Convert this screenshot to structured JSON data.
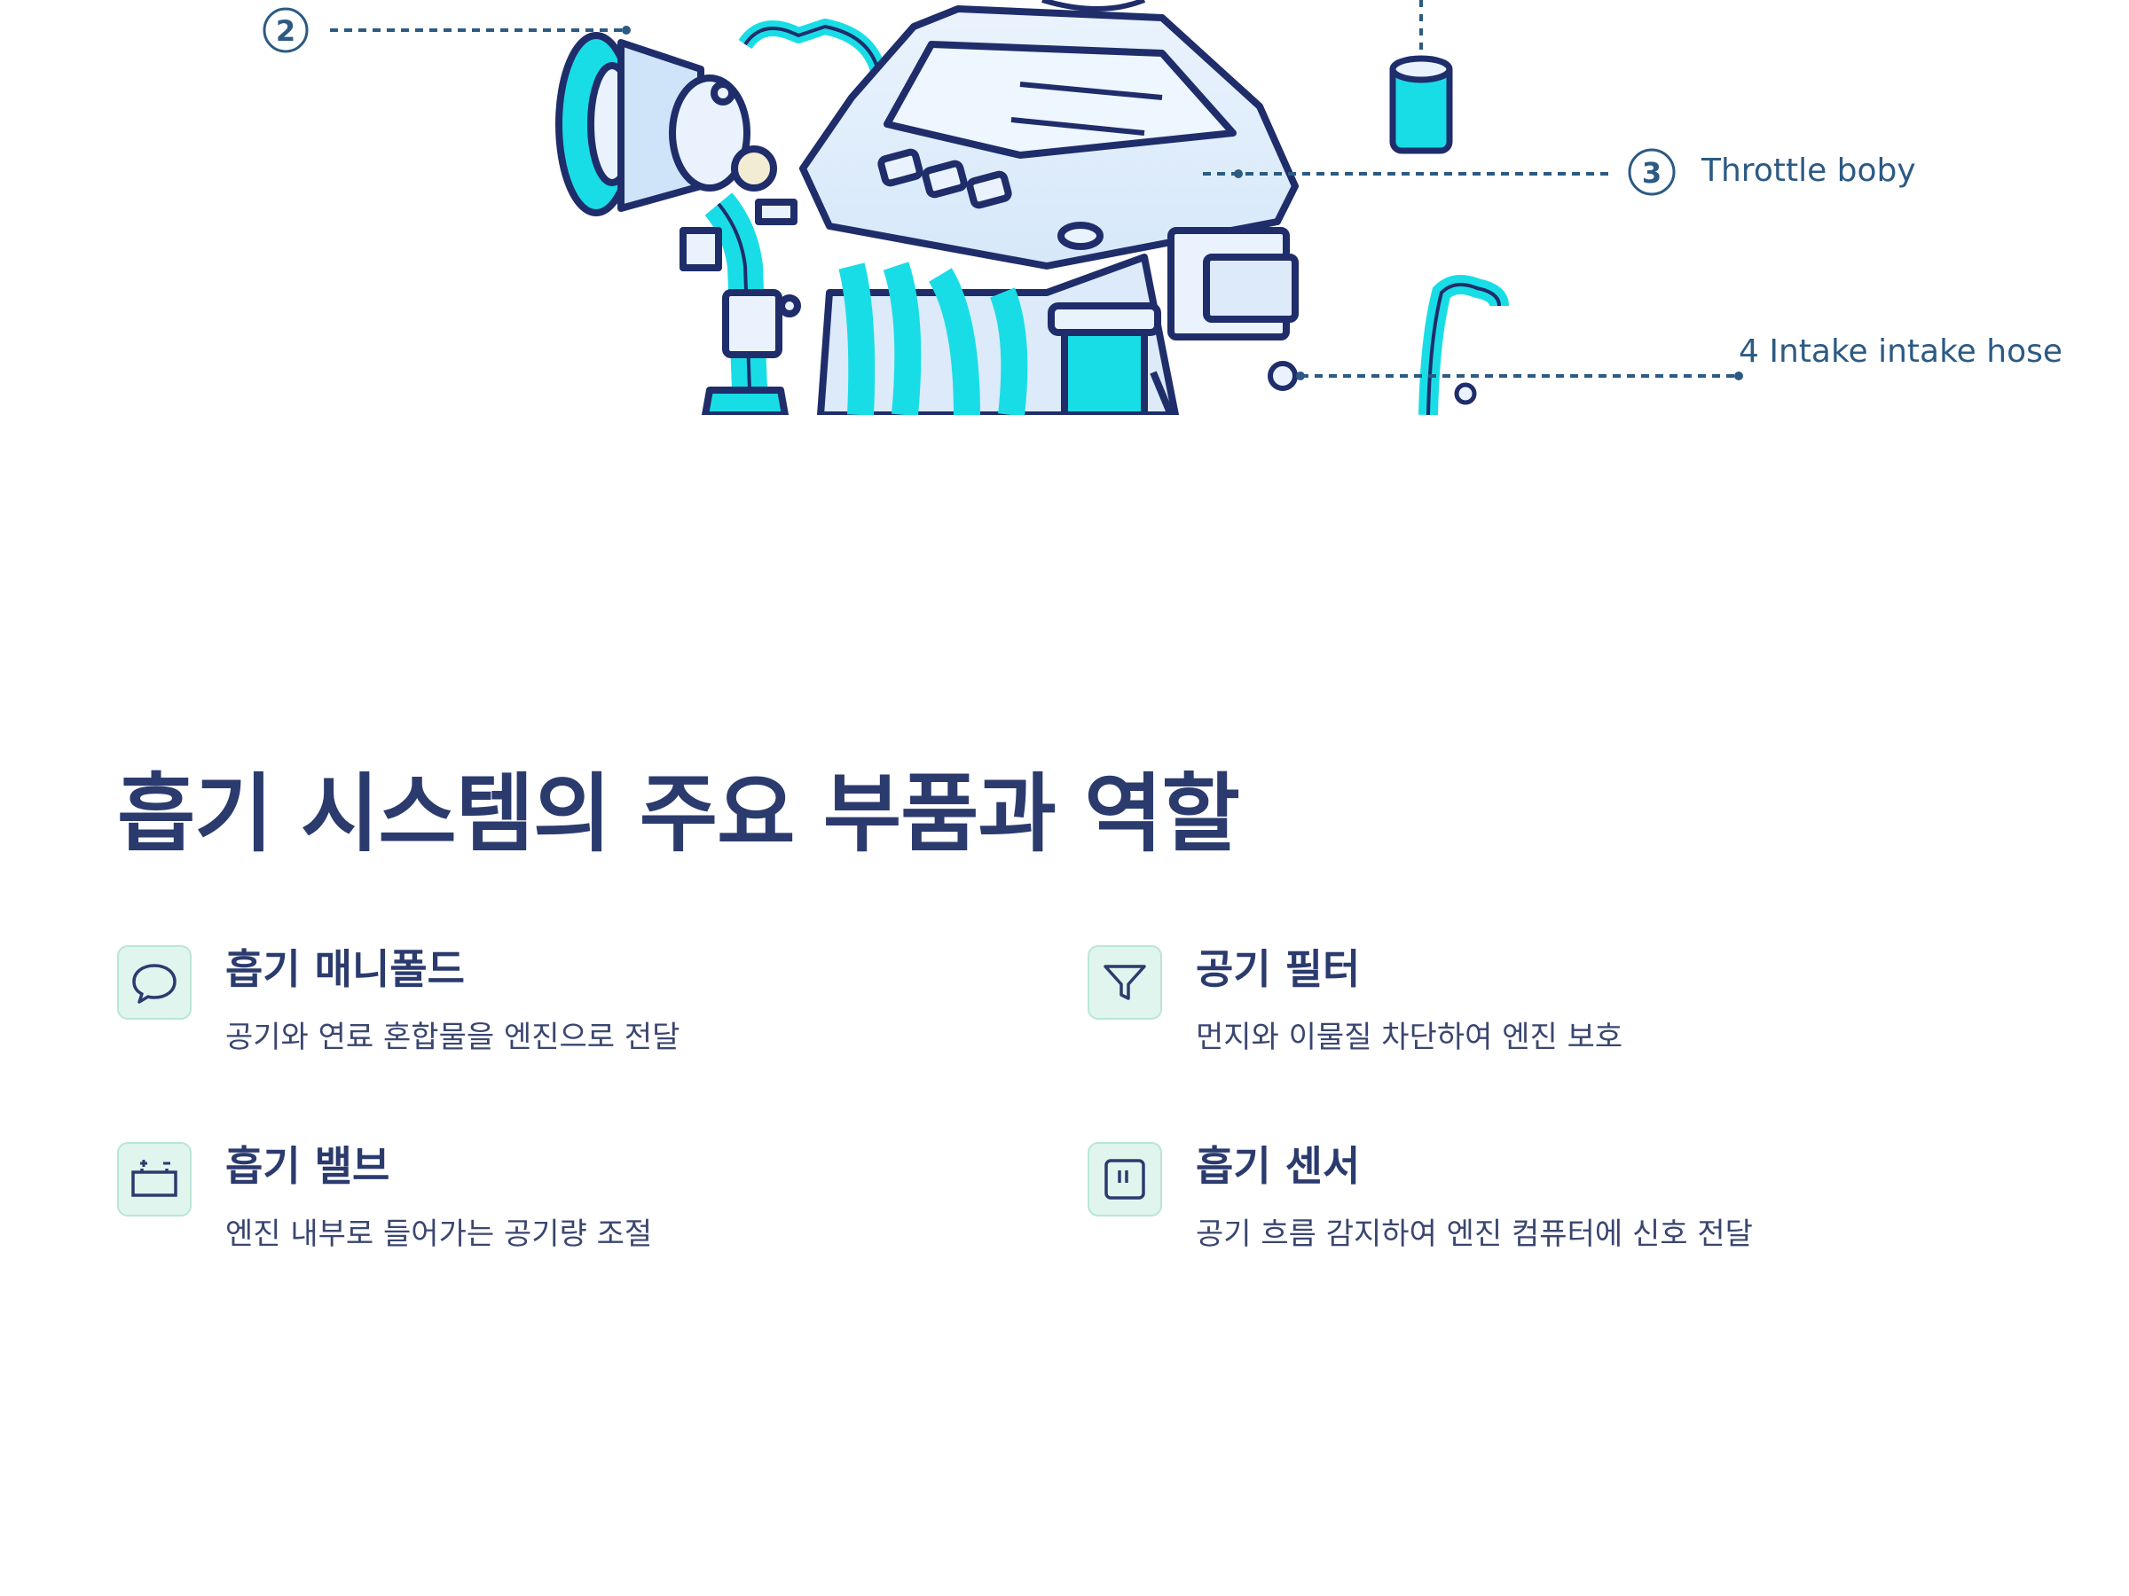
{
  "illustration": {
    "callouts": [
      {
        "number": "2",
        "label": ""
      },
      {
        "number": "3",
        "label": "Throttle boby"
      },
      {
        "number": "",
        "label": "4 Intake intake hose"
      }
    ]
  },
  "title": "흡기 시스템의 주요 부품과 역할",
  "parts": [
    {
      "name": "흡기 매니폴드",
      "description": "공기와 연료 혼합물을 엔진으로 전달",
      "icon": "speech-bubble-icon"
    },
    {
      "name": "공기 필터",
      "description": "먼지와 이물질 차단하여 엔진 보호",
      "icon": "filter-funnel-icon"
    },
    {
      "name": "흡기 밸브",
      "description": "엔진 내부로 들어가는 공기량 조절",
      "icon": "battery-icon"
    },
    {
      "name": "흡기 센서",
      "description": "공기 흐름 감지하여 엔진 컴퓨터에 신호 전달",
      "icon": "sensor-square-icon"
    }
  ],
  "colors": {
    "title": "#2b3b6e",
    "icon_bg": "#dff5ee",
    "icon_stroke": "#2b3b6e",
    "diagram_outline": "#1f2d6b",
    "diagram_cyan": "#19dde6",
    "callout_line": "#2c5a83"
  }
}
